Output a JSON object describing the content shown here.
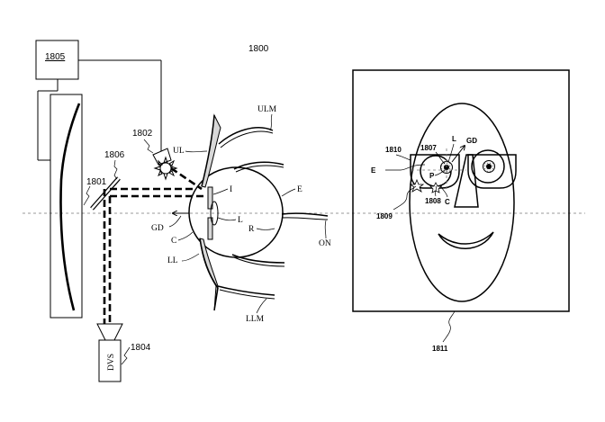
{
  "figure": {
    "number": "1800",
    "left_panel": {
      "controller_label": "1805",
      "display_label": "1801",
      "beam_splitter_label": "1806",
      "light_source_label": "1802",
      "sensor_label": "1804",
      "sensor_text": "DVS",
      "anatomy": {
        "upper_lid_muscle": "ULM",
        "upper_lid": "UL",
        "iris": "I",
        "eye": "E",
        "gaze_direction": "GD",
        "lens": "L",
        "retina": "R",
        "cornea": "C",
        "optic_nerve": "ON",
        "lower_lid": "LL",
        "lower_lid_muscle": "LLM"
      }
    },
    "right_panel": {
      "device_label": "1811",
      "frame_label": "1810",
      "eye_label": "E",
      "pupil_label": "P",
      "lens_label": "L",
      "gaze_label": "GD",
      "cornea_label": "C",
      "glint_label_1807": "1807",
      "glint_label_1808": "1808",
      "glint_label_1809": "1809"
    }
  }
}
